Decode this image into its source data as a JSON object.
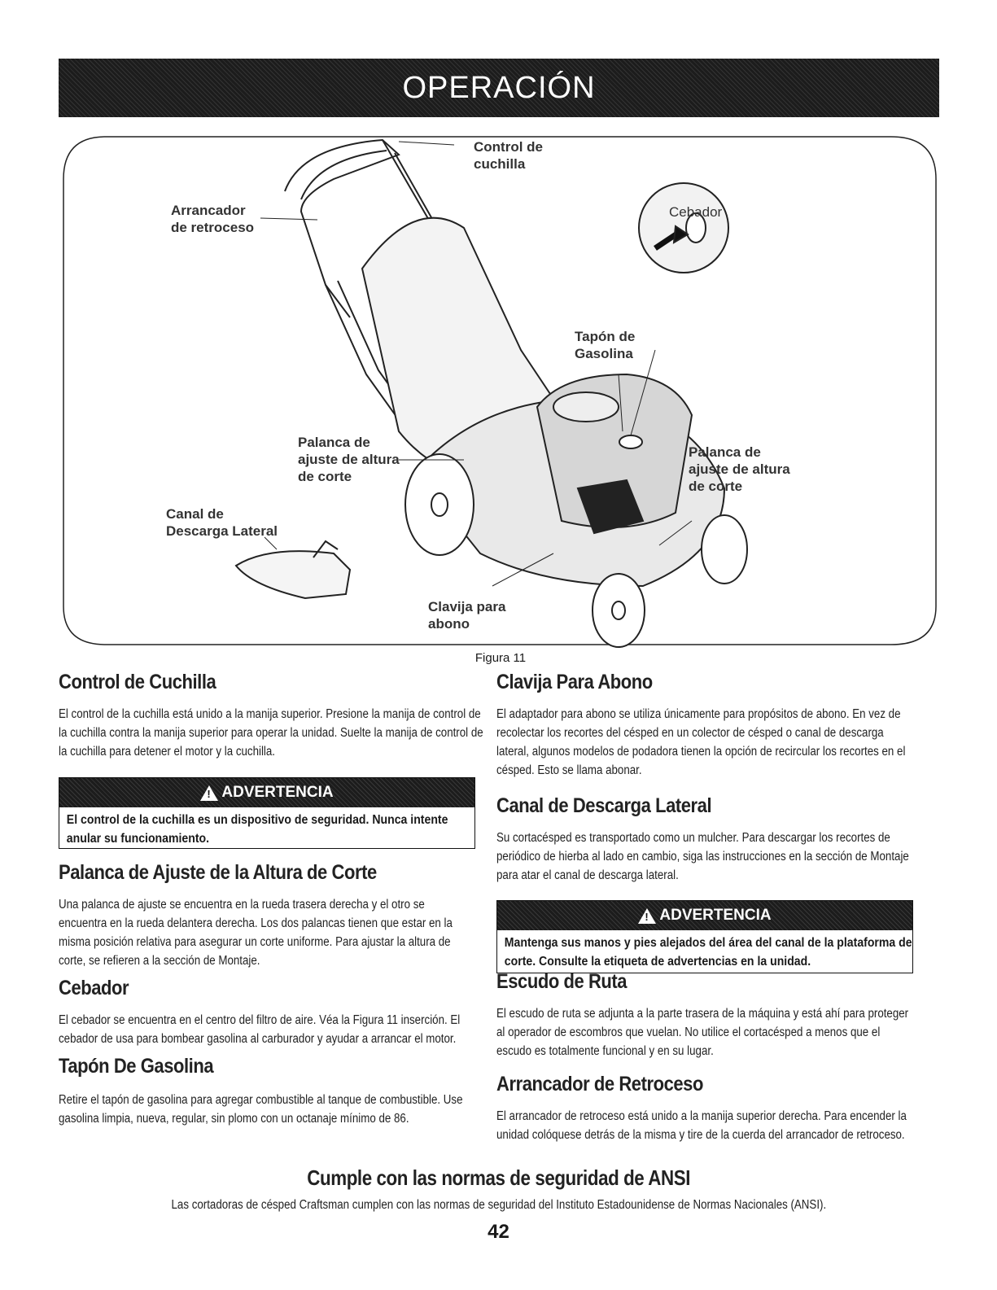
{
  "banner": {
    "title": "OPERACIÓN"
  },
  "figure": {
    "labels": {
      "blade_control": [
        "Control de",
        "cuchilla"
      ],
      "recoil_starter": [
        "Arrancador",
        "de retroceso"
      ],
      "primer": [
        "Cebador"
      ],
      "fuel_cap": [
        "Tapón de",
        "Gasolina"
      ],
      "height_lever_left": [
        "Palanca de",
        "ajuste de altura",
        "de corte"
      ],
      "height_lever_right": [
        "Palanca de",
        "ajuste de altura",
        "de corte"
      ],
      "side_chute": [
        "Canal de",
        "Descarga Lateral"
      ],
      "mulch_plug": [
        "Clavija para",
        "abono"
      ]
    },
    "caption": "Figura 11"
  },
  "left": {
    "blade_control": {
      "title": "Control de Cuchilla",
      "text": "El control de la cuchilla está unido a la manija superior. Presione la manija de control de la cuchilla contra la manija superior para operar la unidad. Suelte la manija de control de la cuchilla para detener el motor y la cuchilla."
    },
    "warning1": {
      "label": "ADVERTENCIA",
      "text": "El control de la cuchilla es un dispositivo de seguridad. Nunca intente anular su funcionamiento."
    },
    "height_lever": {
      "title": "Palanca de Ajuste de la Altura de Corte",
      "text": "Una palanca de ajuste se encuentra en la rueda trasera derecha y el otro se encuentra en la rueda delantera derecha. Los dos palancas tienen que estar en la misma posición relativa para asegurar un corte uniforme. Para ajustar la altura de corte, se refieren a la sección de Montaje."
    },
    "primer": {
      "title": "Cebador",
      "text": "El cebador se encuentra en el centro del filtro de aire. Véa la Figura 11 inserción. El cebador de usa para bombear gasolina al carburador y ayudar a arrancar el motor."
    },
    "fuel_cap": {
      "title": "Tapón De Gasolina",
      "text": "Retire el tapón de gasolina para agregar combustible al tanque de combustible. Use gasolina limpia, nueva, regular, sin plomo con un octanaje mínimo de 86."
    }
  },
  "right": {
    "mulch_plug": {
      "title": "Clavija Para Abono",
      "text": "El adaptador para abono se utiliza únicamente para propósitos de abono. En vez de recolectar los recortes del césped en un colector de césped o canal de descarga lateral, algunos modelos de podadora tienen la opción de recircular los recortes en el césped. Esto se llama abonar."
    },
    "side_chute": {
      "title": "Canal de Descarga Lateral",
      "text": "Su cortacésped es transportado como un mulcher. Para descargar los recortes de periódico de hierba al lado en cambio, siga las instrucciones en la sección de Montaje para atar el canal de descarga lateral."
    },
    "warning2": {
      "label": "ADVERTENCIA",
      "text": "Mantenga sus manos y pies alejados del área del canal de la plataforma de corte. Consulte la etiqueta de advertencias en la unidad."
    },
    "trail_shield": {
      "title": "Escudo de Ruta",
      "text": "El escudo de ruta se adjunta a la parte trasera de la máquina y está ahí para proteger al operador de escombros que vuelan. No utilice el cortacésped a menos que el escudo es totalmente funcional y en su lugar."
    },
    "recoil_starter": {
      "title": "Arrancador de Retroceso",
      "text": "El arrancador de retroceso está unido a la manija superior derecha. Para encender la unidad colóquese detrás de la misma y tire de la cuerda del arrancador de retroceso."
    }
  },
  "ansi": {
    "title": "Cumple con las normas de seguridad de ANSI",
    "text": "Las cortadoras de césped Craftsman cumplen con las normas de seguridad del Instituto Estadounidense de Normas Nacionales (ANSI)."
  },
  "page_number": "42"
}
